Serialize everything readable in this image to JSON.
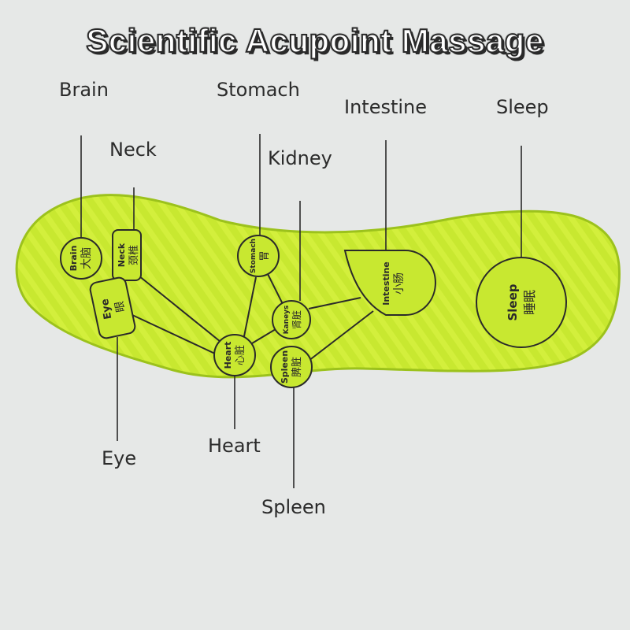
{
  "title": "Scientific Acupoint Massage",
  "labels": {
    "brain": "Brain",
    "stomach": "Stomach",
    "intestine": "Intestine",
    "sleep": "Sleep",
    "neck": "Neck",
    "kidney": "Kidney",
    "eye": "Eye",
    "heart": "Heart",
    "spleen": "Spleen"
  },
  "points": {
    "brain": {
      "en": "Brain",
      "zh": "大脑"
    },
    "neck": {
      "en": "Neck",
      "zh": "颈椎"
    },
    "eye": {
      "en": "Eye",
      "zh": "眼"
    },
    "stomach": {
      "en": "Stomach",
      "zh": "胃"
    },
    "kidney": {
      "en": "Kaneys",
      "zh": "肾脏"
    },
    "heart": {
      "en": "Heart",
      "zh": "心脏"
    },
    "spleen": {
      "en": "Spleen",
      "zh": "脾脏"
    },
    "intestine": {
      "en": "Intestine",
      "zh": "小肠"
    },
    "sleep": {
      "en": "Sleep",
      "zh": "睡眠"
    }
  },
  "colors": {
    "background": "#e6e8e7",
    "insole": "#c8e830",
    "insole_edge": "#9cc21c",
    "line": "#2a2a2a"
  }
}
